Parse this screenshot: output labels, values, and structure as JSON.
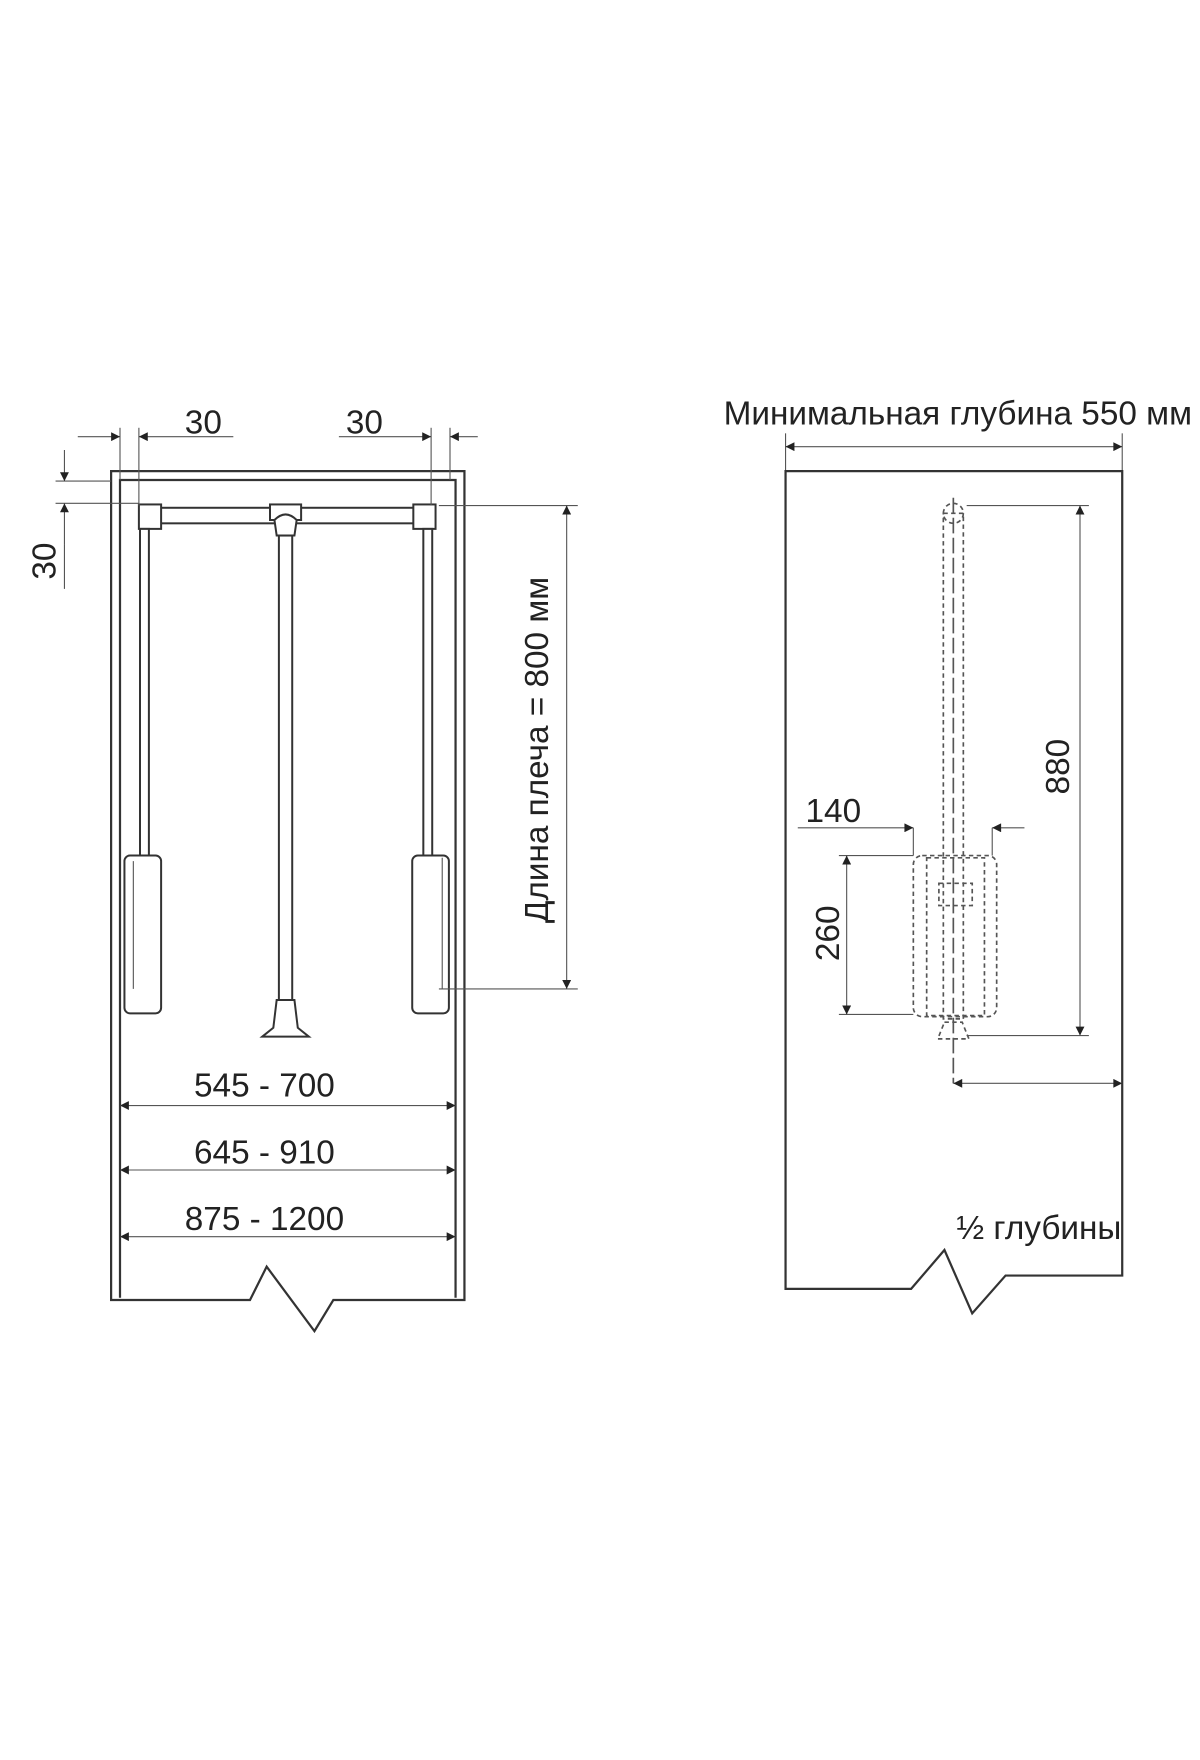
{
  "left_view": {
    "top_left_offset": "30",
    "top_right_offset": "30",
    "side_offset": "30",
    "arm_length": "Длина плеча = 800 мм",
    "width_ranges": [
      "545 - 700",
      "645 - 910",
      "875 - 1200"
    ]
  },
  "right_view": {
    "min_depth": "Минимальная глубина 550 мм",
    "height_880": "880",
    "width_140": "140",
    "height_260": "260",
    "half_depth": "½ глубины"
  }
}
